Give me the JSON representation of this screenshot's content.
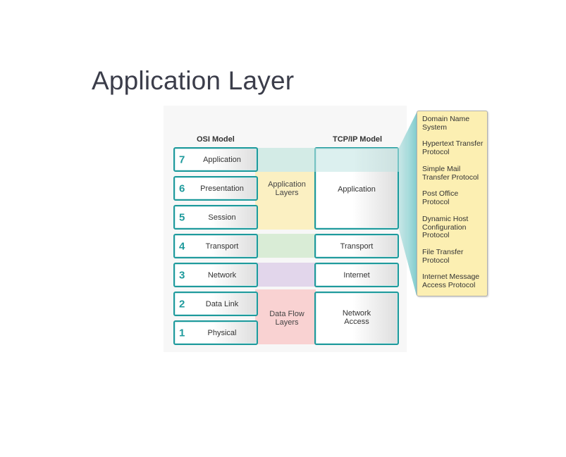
{
  "title": "Application Layer",
  "osi": {
    "header": "OSI Model",
    "layers": [
      {
        "num": "7",
        "name": "Application"
      },
      {
        "num": "6",
        "name": "Presentation"
      },
      {
        "num": "5",
        "name": "Session"
      },
      {
        "num": "4",
        "name": "Transport"
      },
      {
        "num": "3",
        "name": "Network"
      },
      {
        "num": "2",
        "name": "Data Link"
      },
      {
        "num": "1",
        "name": "Physical"
      }
    ]
  },
  "groups": {
    "application_layers": "Application Layers",
    "data_flow_layers": "Data Flow Layers"
  },
  "tcpip": {
    "header": "TCP/IP Model",
    "layers": [
      "Application",
      "Transport",
      "Internet",
      "Network Access"
    ]
  },
  "protocols": [
    "Domain Name System",
    "Hypertext Transfer Protocol",
    "Simple Mail Transfer Protocol",
    "Post Office Protocol",
    "Dynamic Host Configuration Protocol",
    "File Transfer Protocol",
    "Internet Message Access Protocol"
  ],
  "colors": {
    "accent": "#1e9a9c",
    "application_band": "#fbf0c2",
    "transport_band": "#d9ecd6",
    "network_band": "#e2d6eb",
    "data_flow_band": "#f9d2d2",
    "callout": "#fcefb2"
  }
}
